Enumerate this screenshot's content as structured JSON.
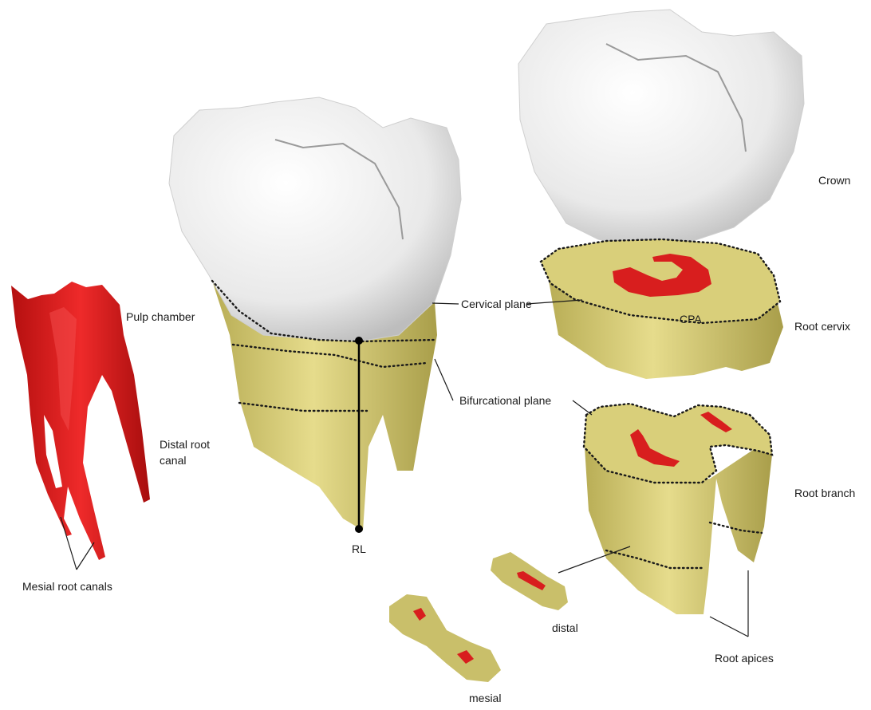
{
  "labels": {
    "pulp_chamber": "Pulp chamber",
    "distal_root_canal_line1": "Distal root",
    "distal_root_canal_line2": "canal",
    "mesial_root_canals": "Mesial root canals",
    "cervical_plane": "Cervical plane",
    "bifurcational_plane": "Bifurcational plane",
    "rl": "RL",
    "crown": "Crown",
    "root_cervix": "Root cervix",
    "cpa": "CPA",
    "root_branch": "Root branch",
    "root_apices": "Root apices",
    "distal": "distal",
    "mesial": "mesial"
  },
  "colors": {
    "enamel": "#f2f2f2",
    "root": "#d9cf7a",
    "root_section": "#c9bf6a",
    "pulp": "#d81e1e",
    "ink": "#1a1a1a"
  }
}
